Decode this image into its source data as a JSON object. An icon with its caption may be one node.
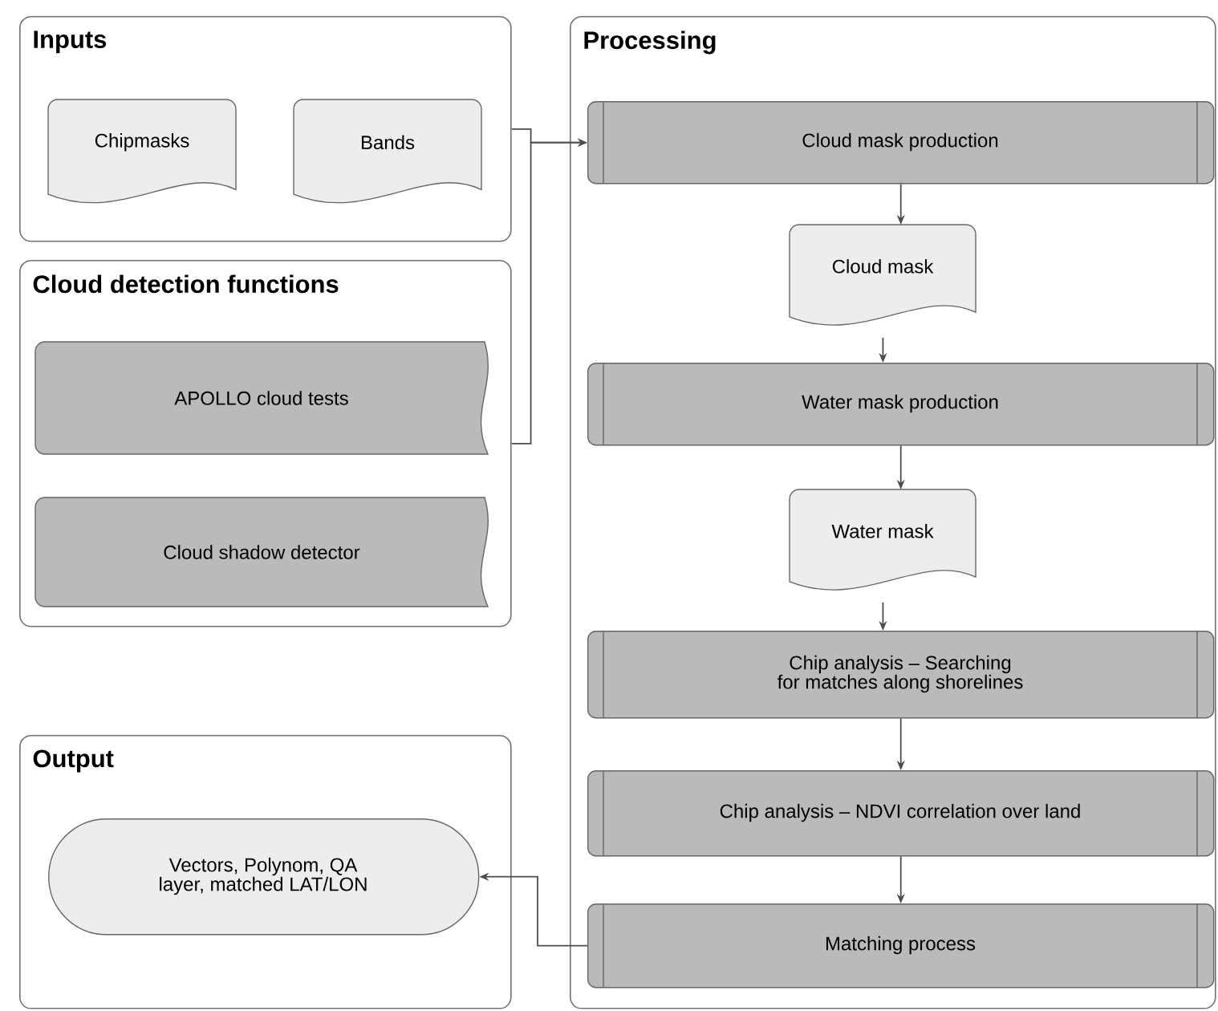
{
  "diagram": {
    "nodes": [
      {
        "text": [
          "Inputs"
        ]
      },
      {
        "text": [
          "Chipmasks"
        ],
        "in": 0
      },
      {
        "text": [
          "Bands"
        ],
        "in": 0
      },
      {
        "text": [
          "Cloud detection functions"
        ]
      },
      {
        "text": [
          "APOLLO cloud tests"
        ],
        "in": 3
      },
      {
        "text": [
          "Cloud shadow detector"
        ],
        "in": 3
      },
      {
        "text": [
          "Processing"
        ]
      },
      {
        "text": [
          "Cloud mask production"
        ],
        "in": 6
      },
      {
        "text": [
          "Cloud mask"
        ],
        "in": 6
      },
      {
        "text": [
          "Water mask production"
        ],
        "in": 6
      },
      {
        "text": [
          "Water mask"
        ],
        "in": 6
      },
      {
        "text": [
          "Chip analysis – Searching for matches along shorelines"
        ],
        "in": 6
      },
      {
        "text": [
          "Chip analysis – NDVI correlation over land"
        ],
        "in": 6
      },
      {
        "text": [
          "Matching process"
        ],
        "in": 6
      },
      {
        "text": [
          "Output"
        ]
      },
      {
        "text": [
          "Vectors, Polynom, QA layer, matched LAT/LON"
        ],
        "in": 14
      }
    ],
    "edges": [
      {
        "from": 0,
        "to": 7,
        "arrow": "to"
      },
      {
        "from": 3,
        "to": 7,
        "arrow": "to"
      },
      {
        "from": 7,
        "to": 8,
        "arrow": "to"
      },
      {
        "from": 8,
        "to": 9,
        "arrow": "to"
      },
      {
        "from": 9,
        "to": 10,
        "arrow": "to"
      },
      {
        "from": 10,
        "to": 11,
        "arrow": "to"
      },
      {
        "from": 11,
        "to": 12,
        "arrow": "to"
      },
      {
        "from": 12,
        "to": 13,
        "arrow": "to"
      },
      {
        "from": 13,
        "to": 15,
        "arrow": "to"
      }
    ]
  }
}
